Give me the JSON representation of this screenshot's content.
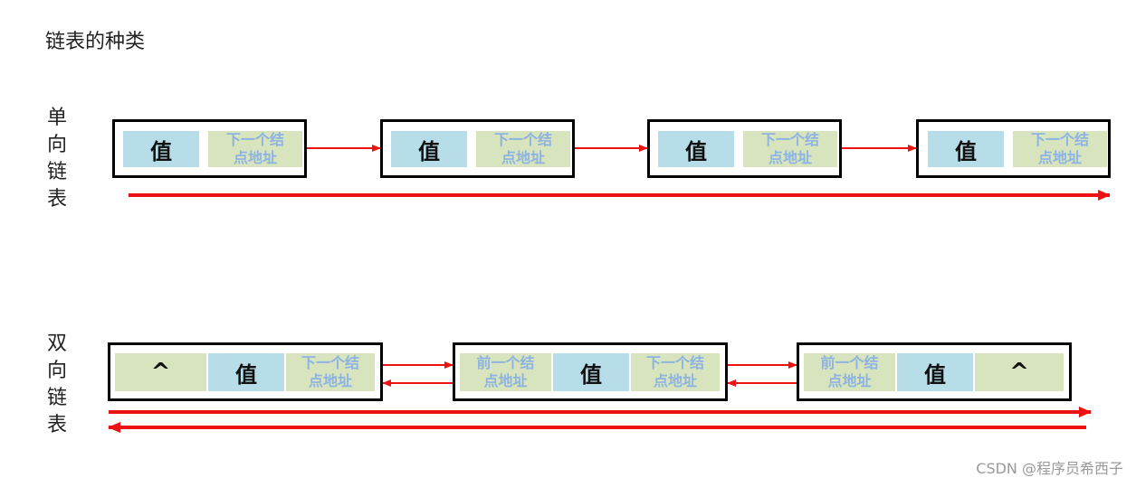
{
  "title": "链表的种类",
  "single": {
    "label": [
      "单",
      "向",
      "链",
      "表"
    ],
    "nodes": [
      {
        "value": "值",
        "next": "下一个结\n点地址"
      },
      {
        "value": "值",
        "next": "下一个结\n点地址"
      },
      {
        "value": "值",
        "next": "下一个结\n点地址"
      },
      {
        "value": "值",
        "next": "下一个结\n点地址"
      }
    ]
  },
  "double": {
    "label": [
      "双",
      "向",
      "链",
      "表"
    ],
    "nodes": [
      {
        "prev": "^",
        "value": "值",
        "next": "下一个结\n点地址"
      },
      {
        "prev": "前一个结\n点地址",
        "value": "值",
        "next": "下一个结\n点地址"
      },
      {
        "prev": "前一个结\n点地址",
        "value": "值",
        "next": "^"
      }
    ]
  },
  "colors": {
    "arrow": "#ee1111",
    "value_cell": "#b7dde8",
    "pointer_cell": "#d7e4bd",
    "pointer_text": "#8db3e2"
  },
  "watermark": "CSDN @程序员希西子"
}
